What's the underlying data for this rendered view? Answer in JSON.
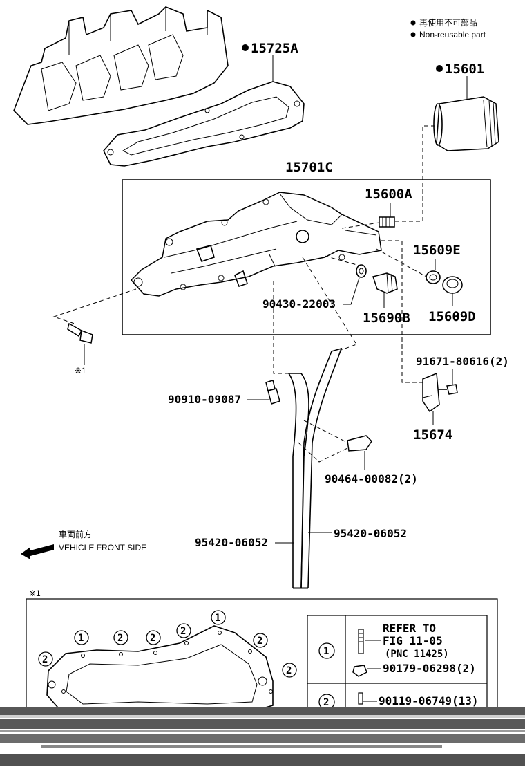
{
  "legend": {
    "line1": "再使用不可部品",
    "line2": "Non-reusable part"
  },
  "parts": {
    "p15725A": "15725A",
    "p15601": "15601",
    "p15701C": "15701C",
    "p15600A": "15600A",
    "p15609E": "15609E",
    "p15609D": "15609D",
    "p15690B": "15690B",
    "p90430": "90430-22003",
    "p91671": "91671-80616(2)",
    "p15674": "15674",
    "p90910": "90910-09087",
    "p90464": "90464-00082(2)",
    "p95420a": "95420-06052",
    "p95420b": "95420-06052"
  },
  "marks": {
    "ref1": "※1",
    "ref1b": "※1"
  },
  "direction": {
    "jp": "車両前方",
    "en": "VEHICLE FRONT SIDE"
  },
  "table": {
    "row1_num": "1",
    "row1_line1": "REFER TO",
    "row1_line2": "FIG 11-05",
    "row1_line3": "(PNC 11425)",
    "row1_part": "90179-06298(2)",
    "row2_num": "2",
    "row2_part": "90119-06749(13)"
  },
  "gasket_callouts": [
    "1",
    "2",
    "2",
    "2",
    "1",
    "2",
    "2",
    "2"
  ]
}
